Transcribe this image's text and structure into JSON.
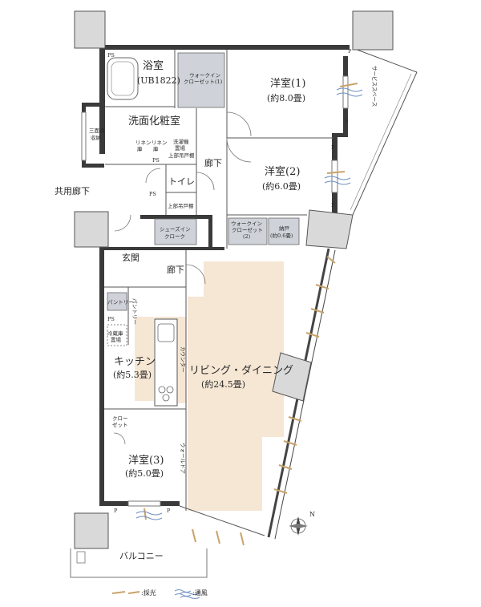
{
  "rooms": {
    "bath": "浴室",
    "bath_unit": "(UB1822)",
    "wic1": "ウォークイン",
    "wic1_b": "クローゼット(1)",
    "western1": "洋室(1)",
    "western1_size": "(約8.0畳)",
    "washroom": "洗面化粧室",
    "linen": "リネン",
    "linen_b": "庫",
    "storage_l": "三面鏡",
    "storage_l2": "収納",
    "washer": "洗濯機",
    "washer_b": "置場",
    "upper_shelf1": "上部吊戸棚",
    "hall1": "廊下",
    "western2": "洋室(2)",
    "western2_size": "(約6.0畳)",
    "toilet": "トイレ",
    "upper_shelf2": "上部吊戸棚",
    "common_corridor": "共用廊下",
    "shoes_cloak": "シューズイン",
    "shoes_cloak_b": "クローク",
    "wic2": "ウォークイン",
    "wic2_b": "クローゼット",
    "wic2_c": "(2)",
    "nando": "納戸",
    "nando_size": "(約0.6畳)",
    "entrance": "玄関",
    "hall2": "廊下",
    "pantry": "パントリー",
    "pantry_side": "パントリー",
    "fridge": "冷蔵庫",
    "fridge_b": "置場",
    "counter": "カウンター",
    "kitchen": "キッチン",
    "kitchen_size": "(約5.3畳)",
    "living": "リビング・ダイニング",
    "living_size": "(約24.5畳)",
    "closet": "クロー",
    "closet_b": "ゼット",
    "western3": "洋室(3)",
    "western3_size": "(約5.0畳)",
    "wall_door": "ウォールドア",
    "balcony": "バルコニー",
    "service_space": "サービススペース",
    "ps": "PS",
    "p": "P"
  },
  "legend": {
    "light": ":採光",
    "wind": ":通風"
  },
  "compass": "N",
  "colors": {
    "wall": "#3a3a3a",
    "closet": "#cfd3d9",
    "sunlit": "#f6e6d4",
    "light_mark": "#c8a36a",
    "wind_mark": "#6d8fc0"
  }
}
